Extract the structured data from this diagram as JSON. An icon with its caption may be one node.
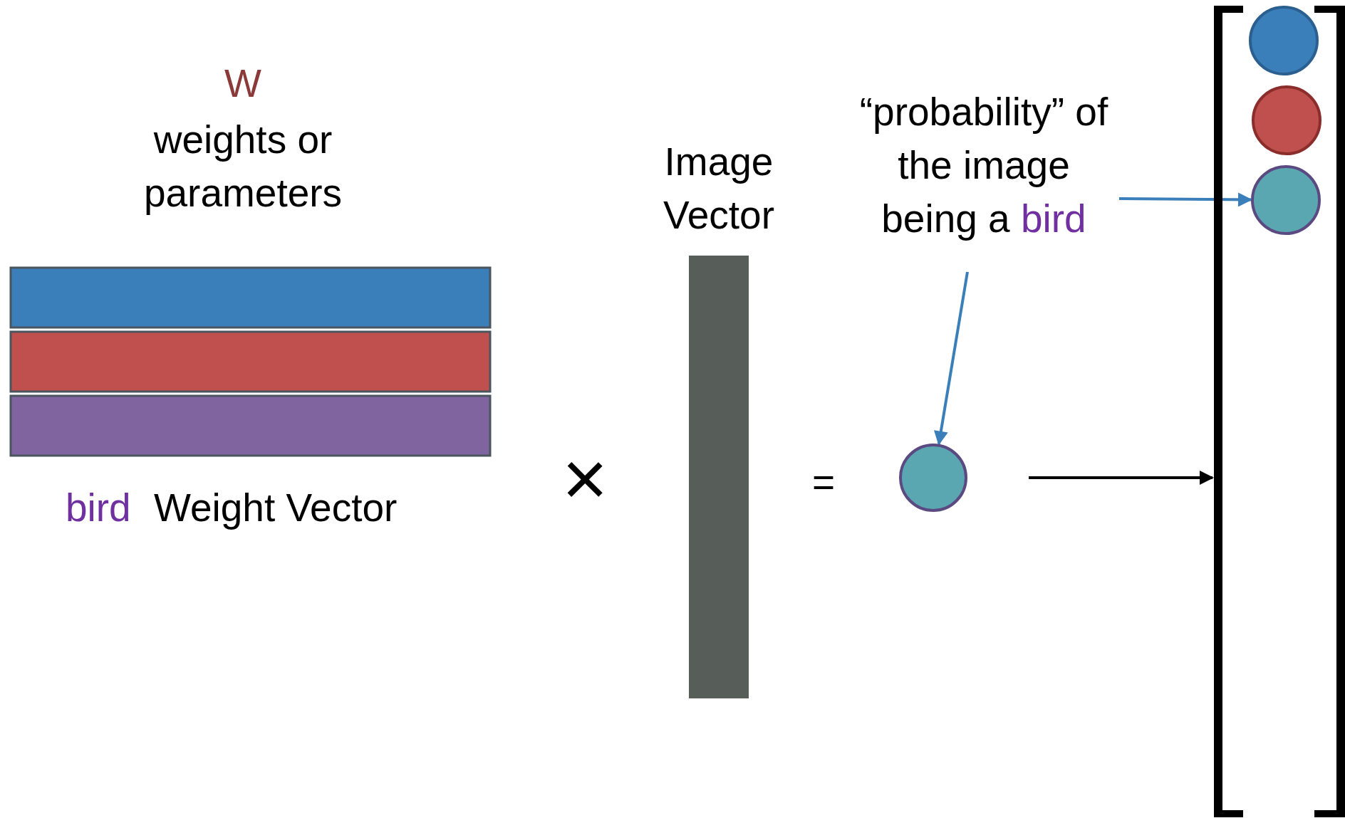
{
  "diagram": {
    "nodes": [
      {
        "text": [
          "“probability” of the image being a",
          "bird"
        ]
      },
      {
        "text": [],
        "shape": "circle"
      },
      {
        "text": [],
        "shape": "bracket"
      },
      {
        "text": [],
        "shape": "circle",
        "in": 2
      },
      {
        "text": [],
        "shape": "circle",
        "in": 2
      },
      {
        "text": [],
        "shape": "circle",
        "in": 2
      }
    ],
    "edges": [
      {
        "from": 0,
        "to": 1,
        "arrow": "to"
      },
      {
        "from": 0,
        "to": 5,
        "arrow": "to"
      },
      {
        "from": 1,
        "to": 2,
        "arrow": "to",
        "color": "#000000"
      }
    ],
    "labels": [
      "W",
      "weights or parameters",
      "Image Vector",
      "bird",
      "Weight Vector",
      "×",
      "="
    ]
  }
}
